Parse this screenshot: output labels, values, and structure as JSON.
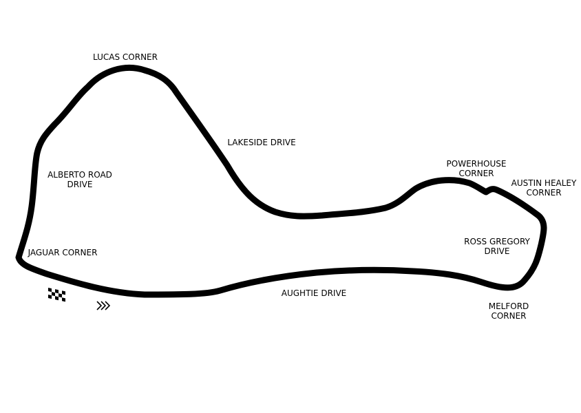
{
  "colors": {
    "background": "#ffffff",
    "track": "#000000",
    "text": "#000000"
  },
  "icons": {
    "start_finish": "checkered-flag-icon",
    "direction": "triple-chevron-right-icon"
  },
  "labels": {
    "lucas_corner": "LUCAS CORNER",
    "lakeside_drive": "LAKESIDE DRIVE",
    "alberto_road_drive": [
      "ALBERTO ROAD",
      "DRIVE"
    ],
    "powerhouse_corner": [
      "POWERHOUSE",
      "CORNER"
    ],
    "austin_healey_corner": [
      "AUSTIN HEALEY",
      "CORNER"
    ],
    "ross_gregory_drive": [
      "ROSS GREGORY",
      "DRIVE"
    ],
    "jaguar_corner": "JAGUAR CORNER",
    "aughtie_drive": "AUGHTIE DRIVE",
    "melford_corner": [
      "MELFORD",
      "CORNER"
    ]
  }
}
